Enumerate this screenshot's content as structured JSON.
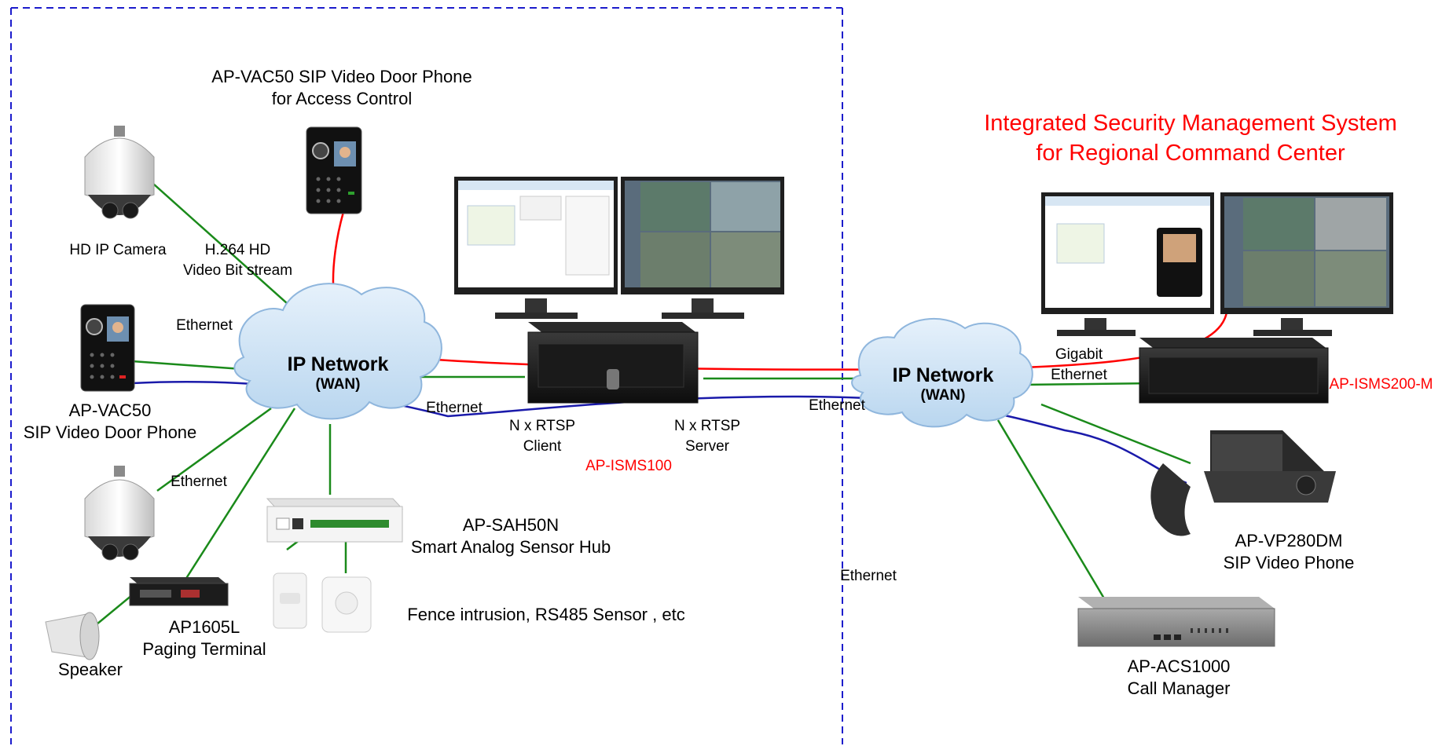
{
  "header": {
    "title_line1": "Integrated Security Management System",
    "title_line2": "for Regional Command Center"
  },
  "networks": {
    "left_name": "IP Network",
    "left_sub": "(WAN)",
    "right_name": "IP Network",
    "right_sub": "(WAN)"
  },
  "devices": {
    "door_phone_top_line1": "AP-VAC50 SIP Video Door Phone",
    "door_phone_top_line2": "for Access Control",
    "hd_camera": "HD IP Camera",
    "h264_line1": "H.264 HD",
    "h264_line2": "Video Bit stream",
    "door_phone_left_line1": "AP-VAC50",
    "door_phone_left_line2": "SIP Video Door Phone",
    "isms100": "AP-ISMS100",
    "rtsp_client_line1": "N x RTSP",
    "rtsp_client_line2": "Client",
    "rtsp_server_line1": "N x RTSP",
    "rtsp_server_line2": "Server",
    "sensor_hub_line1": "AP-SAH50N",
    "sensor_hub_line2": "Smart Analog Sensor Hub",
    "sensors": "Fence intrusion, RS485 Sensor , etc",
    "paging_line1": "AP1605L",
    "paging_line2": "Paging Terminal",
    "speaker": "Speaker",
    "isms200": "AP-ISMS200-M",
    "gigabit_line1": "Gigabit",
    "gigabit_line2": "Ethernet",
    "video_phone_line1": "AP-VP280DM",
    "video_phone_line2": "SIP Video Phone",
    "call_mgr_line1": "AP-ACS1000",
    "call_mgr_line2": "Call Manager"
  },
  "links": {
    "eth_left_top": "Ethernet",
    "eth_mid": "Ethernet",
    "eth_left_bottom": "Ethernet",
    "eth_right_top": "Ethernet",
    "eth_right_bottom": "Ethernet"
  },
  "colors": {
    "boundary": "#1c1ccc",
    "green_link": "#1a8a1a",
    "red_link": "#ff0000",
    "blue_link": "#1a1aaa",
    "title_red": "#ff0000"
  }
}
